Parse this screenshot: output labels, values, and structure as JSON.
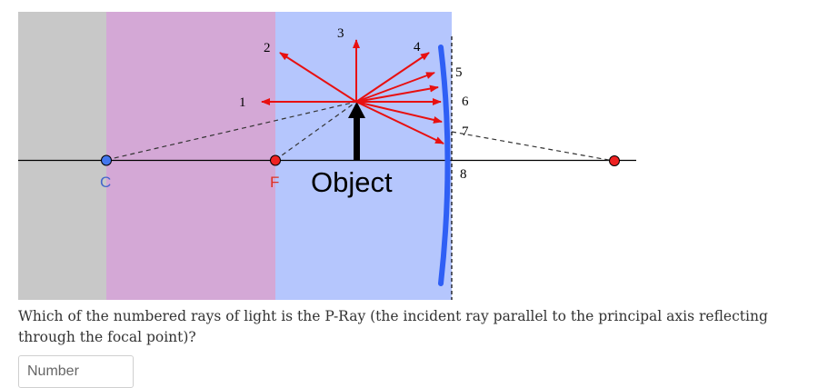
{
  "diagram": {
    "point_labels": {
      "center": "C",
      "focal": "F"
    },
    "object_label": "Object",
    "rays": [
      "1",
      "2",
      "3",
      "4",
      "5",
      "6",
      "7",
      "8"
    ],
    "colors": {
      "region_gray": "#c8c8c8",
      "region_pink": "#d4a8d6",
      "region_blue": "#b5c6fd",
      "mirror": "#2f5ff5",
      "ray": "#e81010",
      "point_center": "#4477ee",
      "point_focal": "#ee2222",
      "label_center": "#4466cc",
      "label_focal": "#dd3322"
    }
  },
  "question": {
    "text": "Which of the numbered rays of light is the P-Ray (the incident ray parallel to the principal axis reflecting through the focal point)?"
  },
  "answer": {
    "placeholder": "Number"
  }
}
